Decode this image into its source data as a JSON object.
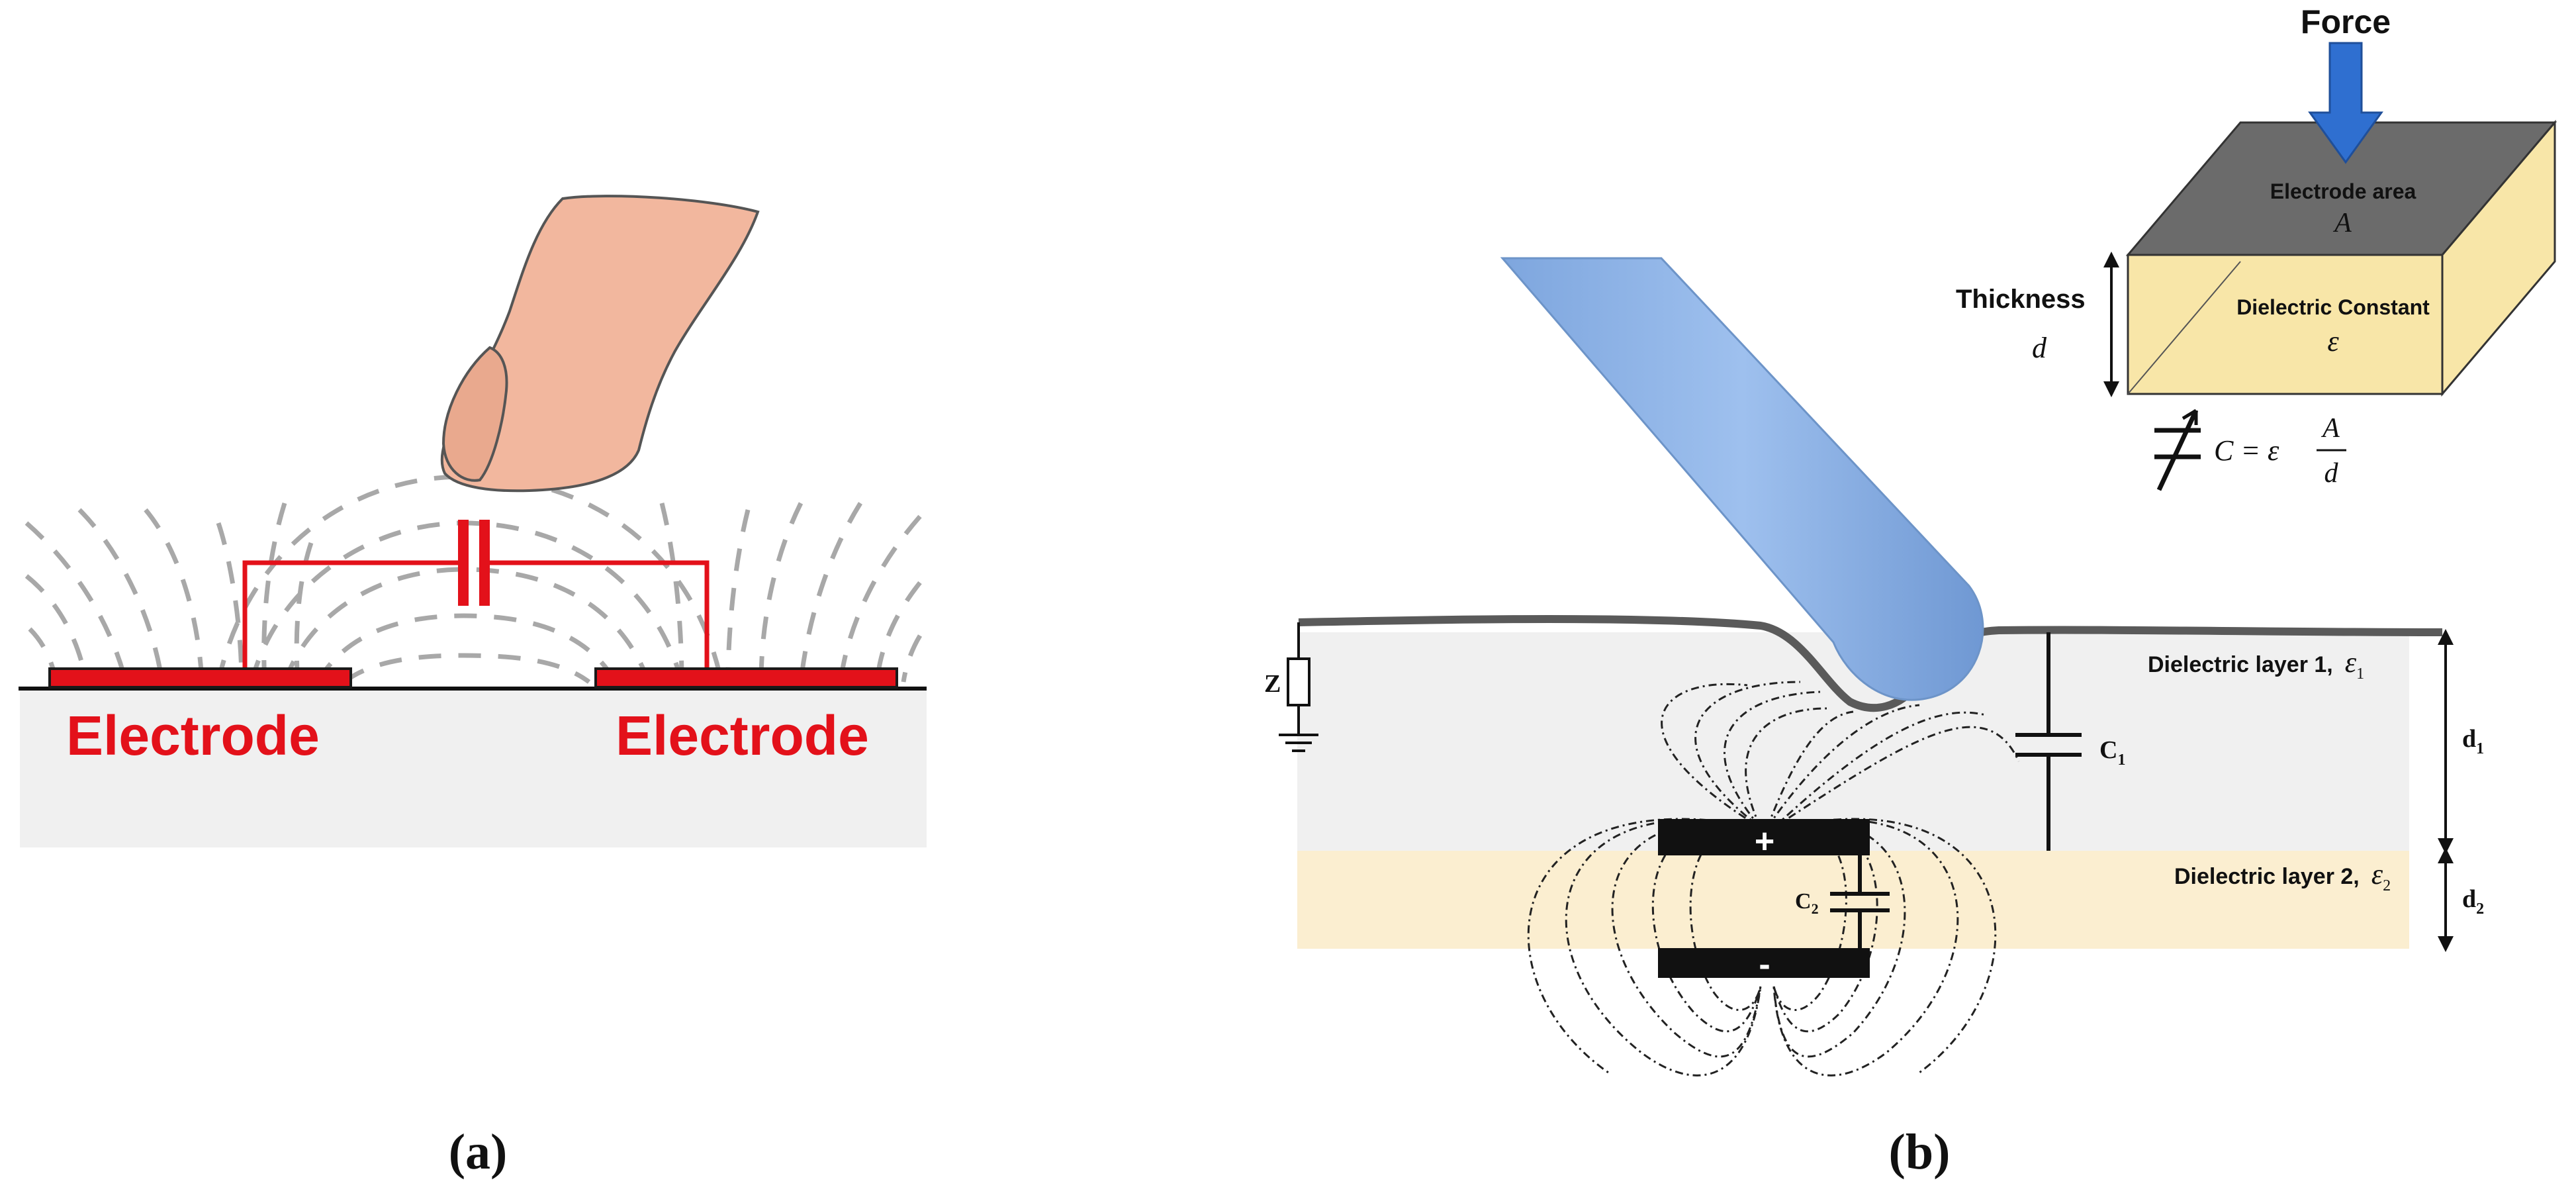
{
  "panel_a": {
    "caption": "(a)",
    "electrode_left": "Electrode",
    "electrode_right": "Electrode",
    "colors": {
      "electrode": "#e3111a",
      "field_lines": "#a8a8a8",
      "substrate": "#f0f0f0",
      "finger": "#f2b79e"
    }
  },
  "panel_b": {
    "caption": "(b)",
    "inset": {
      "force_label": "Force",
      "electrode_area_label": "Electrode area",
      "area_symbol": "A",
      "thickness_label": "Thickness",
      "thickness_symbol": "d",
      "dielectric_label": "Dielectric Constant",
      "dielectric_symbol": "ε",
      "formula_lhs": "C = ε",
      "formula_num": "A",
      "formula_den": "d",
      "colors": {
        "top": "#6b6b6b",
        "sides": "#f8e6a8",
        "arrow": "#2f6fd0"
      }
    },
    "impedance_label": "Z",
    "layer1_label": "Dielectric layer 1,",
    "layer1_symbol": "ε",
    "layer1_sub": "1",
    "layer2_label": "Dielectric layer 2,",
    "layer2_symbol": "ε",
    "layer2_sub": "2",
    "c1_label": "C",
    "c1_sub": "1",
    "c2_label": "C",
    "c2_sub": "2",
    "d1_label": "d",
    "d1_sub": "1",
    "d2_label": "d",
    "d2_sub": "2",
    "plus_label": "+",
    "minus_label": "-",
    "colors": {
      "layer1": "#f0f0f0",
      "layer2": "#fbeed0",
      "stylus": "#8fb5e8",
      "membrane": "#5a5a5a",
      "plates": "#111111"
    }
  }
}
